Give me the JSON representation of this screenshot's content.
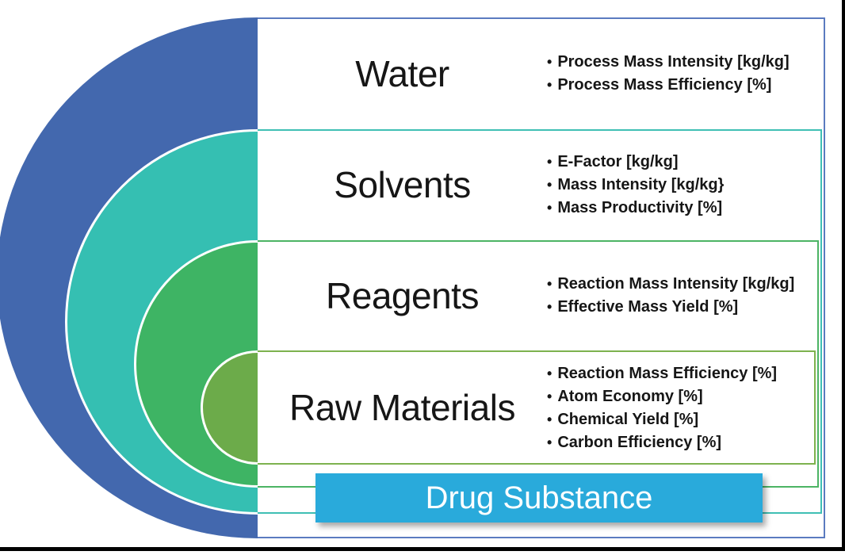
{
  "diagram": {
    "bullet_icon": "•",
    "rows": [
      {
        "title": "Water",
        "metrics": [
          "Process Mass Intensity [kg/kg]",
          "Process Mass Efficiency [%]"
        ],
        "fill_color": "#4368ae",
        "line_color": "#5b7bc0"
      },
      {
        "title": "Solvents",
        "metrics": [
          "E-Factor [kg/kg]",
          "Mass Intensity [kg/kg}",
          "Mass Productivity [%]"
        ],
        "fill_color": "#35bfb2",
        "line_color": "#3fbfb4"
      },
      {
        "title": "Reagents",
        "metrics": [
          "Reaction Mass Intensity [kg/kg]",
          "Effective Mass Yield [%]"
        ],
        "fill_color": "#3eb464",
        "line_color": "#4cb464"
      },
      {
        "title": "Raw Materials",
        "metrics": [
          "Reaction Mass Efficiency [%]",
          "Atom Economy [%]",
          "Chemical Yield [%]",
          "Carbon Efficiency [%]"
        ],
        "fill_color": "#6cab4a",
        "line_color": "#7db24e"
      }
    ],
    "banner": {
      "label": "Drug Substance",
      "fill_color": "#29aadb",
      "text_color": "#ffffff"
    },
    "frame_color": "#000000"
  }
}
